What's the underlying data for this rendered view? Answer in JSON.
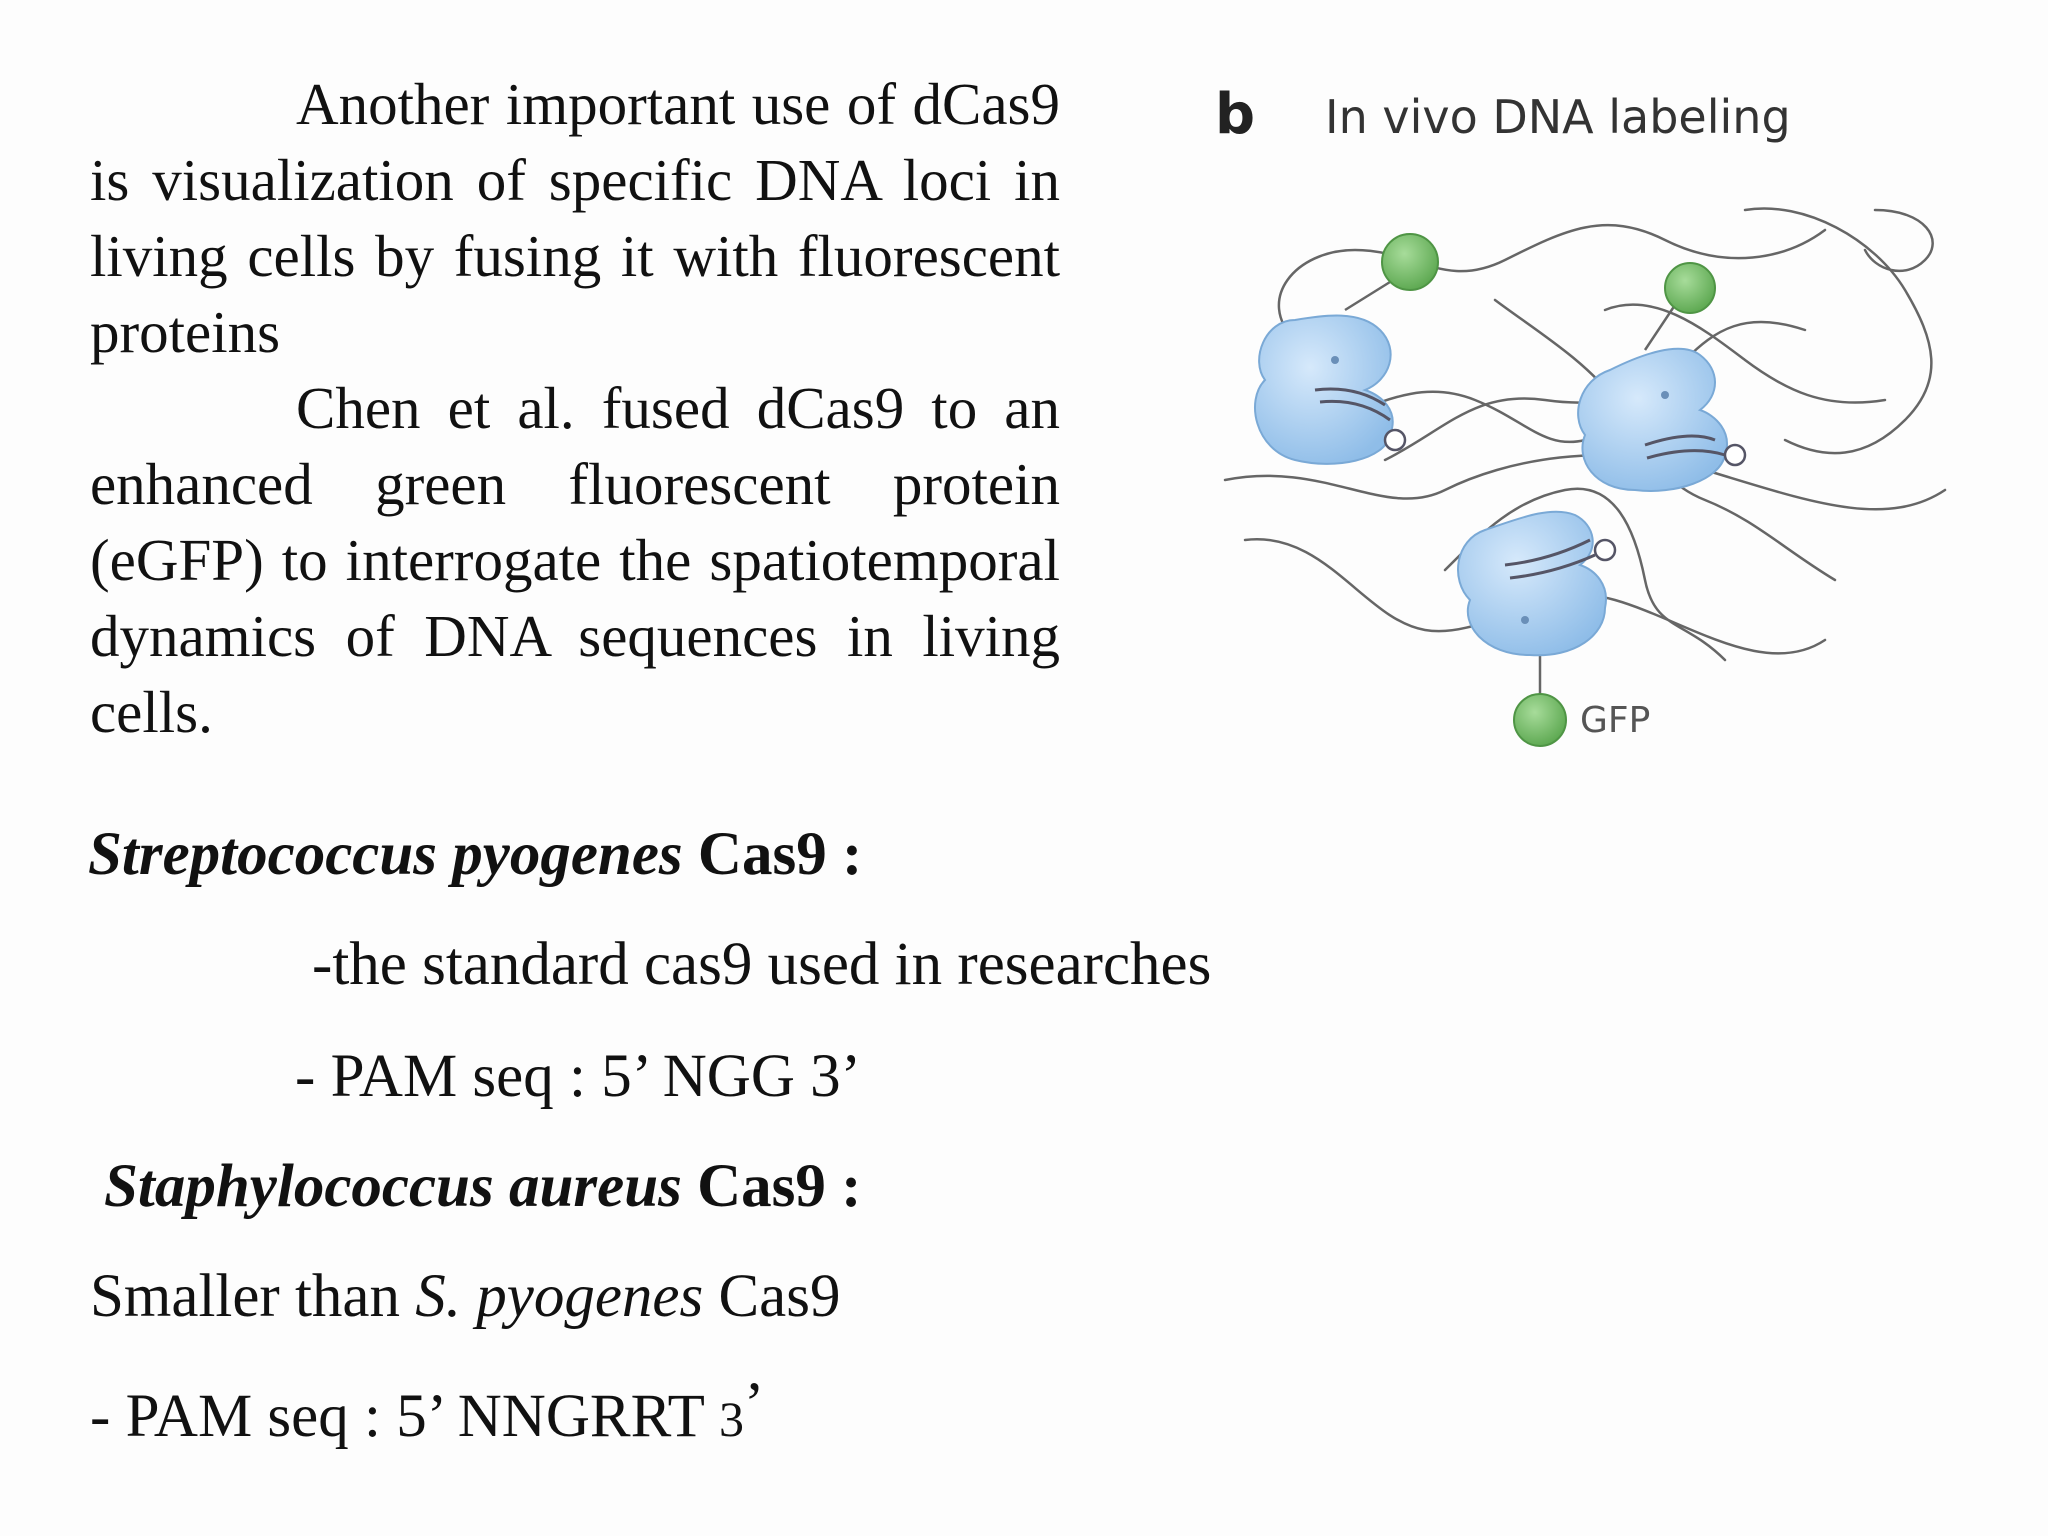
{
  "paragraph1": "Another important use of dCas9 is visualization of specific DNA loci in living cells by fusing it with fluorescent  proteins",
  "paragraph2": "Chen  et al. fused dCas9  to an enhanced   green fluorescent protein  (eGFP)  to interrogate the spatiotemporal dynamics of DNA sequences  in living cells.",
  "figure": {
    "panel_letter": "b",
    "title": "In vivo DNA labeling",
    "gfp_label": "GFP",
    "colors": {
      "cas9": "#a9cdf0",
      "gfp": "#79bf6e",
      "dna": "#666666"
    }
  },
  "section1": {
    "heading_italic": "Streptococcus pyogenes",
    "heading_rest": " Cas9 :",
    "line1": "-the standard cas9 used in researches",
    "line2": "- PAM seq : 5’ NGG 3’"
  },
  "section2": {
    "heading_italic": "Staphylococcus aureus",
    "heading_rest": " Cas9 :",
    "line1_prefix": "Smaller than  ",
    "line1_italic": "S. pyogenes",
    "line1_suffix": " Cas9",
    "line2_prefix": "- PAM seq : 5’ NNGRRT ",
    "line2_three": "3",
    "line2_apos": "’"
  }
}
